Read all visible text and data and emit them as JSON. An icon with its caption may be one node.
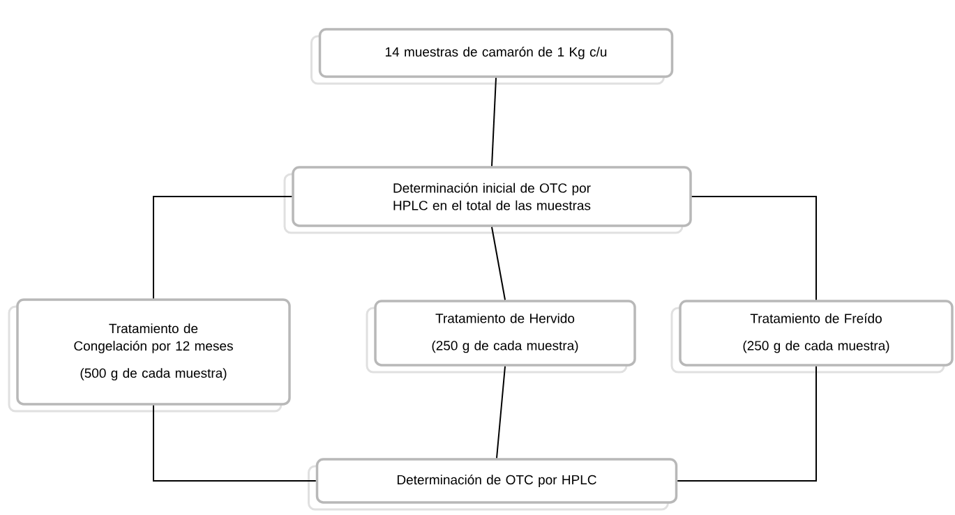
{
  "diagram": {
    "nodes": [
      {
        "text": [
          "14 muestras de camarón de 1 Kg c/u"
        ]
      },
      {
        "text": [
          "Determinación inicial de OTC por HPLC en el total de las muestras"
        ]
      },
      {
        "text": [
          "Tratamiento de Congelación por 12 meses",
          "(500 g de cada muestra)"
        ]
      },
      {
        "text": [
          "Tratamiento de Hervido",
          "(250 g de cada muestra)"
        ]
      },
      {
        "text": [
          "Tratamiento de Freído",
          "(250 g de cada muestra)"
        ]
      },
      {
        "text": [
          "Determinación de OTC por HPLC"
        ]
      }
    ],
    "edges": [
      {
        "from": 0,
        "to": 1,
        "arrow": "none"
      },
      {
        "from": 1,
        "to": 2,
        "arrow": "none"
      },
      {
        "from": 1,
        "to": 3,
        "arrow": "none"
      },
      {
        "from": 1,
        "to": 4,
        "arrow": "none"
      },
      {
        "from": 2,
        "to": 5,
        "arrow": "none"
      },
      {
        "from": 3,
        "to": 5,
        "arrow": "none"
      },
      {
        "from": 4,
        "to": 5,
        "arrow": "none"
      }
    ]
  }
}
